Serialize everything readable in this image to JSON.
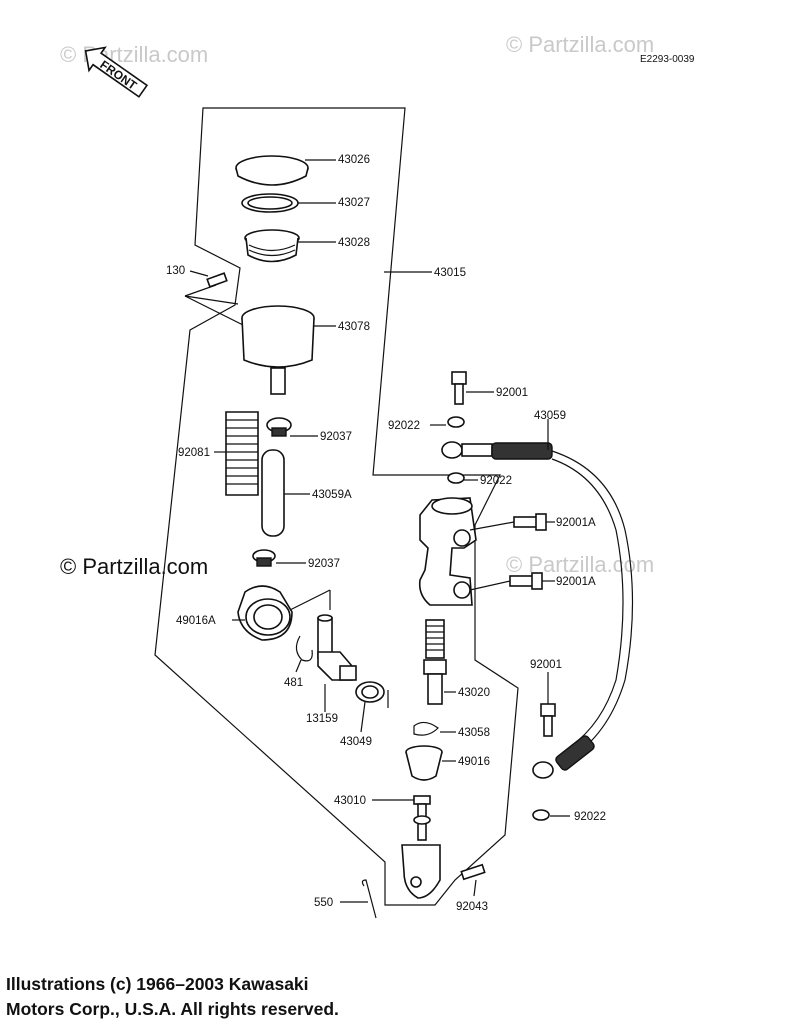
{
  "watermarks": {
    "top_left": "© Partzilla.com",
    "top_right": "© Partzilla.com",
    "mid_left": "© Partzilla.com",
    "mid_right": "© Partzilla.com"
  },
  "diagram_code": "E2293-0039",
  "front_arrow": "FRONT",
  "parts": {
    "p43026": "43026",
    "p43027": "43027",
    "p43028": "43028",
    "p43015": "43015",
    "p130": "130",
    "p43078": "43078",
    "p92001_top": "92001",
    "p92022_a": "92022",
    "p43059": "43059",
    "p92081": "92081",
    "p92037_a": "92037",
    "p92022_b": "92022",
    "p43059A": "43059A",
    "p92001A_a": "92001A",
    "p92037_b": "92037",
    "p92001A_b": "92001A",
    "p49016A": "49016A",
    "p92001_bot": "92001",
    "p481": "481",
    "p43020": "43020",
    "p13159": "13159",
    "p43058": "43058",
    "p43049": "43049",
    "p49016": "49016",
    "p43010": "43010",
    "p92022_c": "92022",
    "p550": "550",
    "p92043": "92043"
  },
  "copyright": {
    "line1": "Illustrations (c) 1966–2003 Kawasaki",
    "line2": "Motors Corp., U.S.A.  All rights reserved."
  }
}
